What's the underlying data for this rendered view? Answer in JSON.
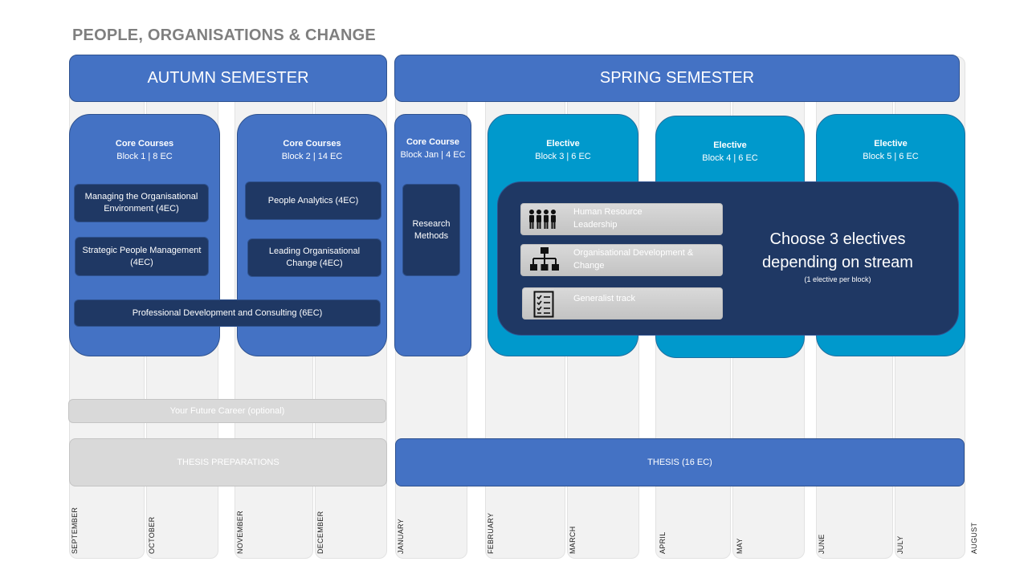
{
  "page_title": "PEOPLE, ORGANISATIONS & CHANGE",
  "semesters": {
    "autumn": "AUTUMN SEMESTER",
    "spring": "SPRING SEMESTER"
  },
  "months": [
    "SEPTEMBER",
    "OCTOBER",
    "NOVEMBER",
    "DECEMBER",
    "JANUARY",
    "FEBRUARY",
    "MARCH",
    "APRIL",
    "MAY",
    "JUNE",
    "JULY",
    "AUGUST"
  ],
  "blocks": {
    "b1": {
      "title": "Core Courses",
      "sub": "Block 1 | 8 EC",
      "courses": [
        "Managing the Organisational Environment (4EC)",
        "Strategic People Management (4EC)"
      ]
    },
    "b2": {
      "title": "Core Courses",
      "sub": "Block 2 | 14 EC",
      "courses": [
        "People Analytics (4EC)",
        "Leading Organisational Change (4EC)"
      ]
    },
    "shared_course": "Professional Development and Consulting (6EC)",
    "jan": {
      "title": "Core Course",
      "sub": "Block Jan | 4 EC",
      "course": "Research Methods"
    },
    "b3": {
      "title": "Elective",
      "sub": "Block 3 | 6 EC"
    },
    "b4": {
      "title": "Elective",
      "sub": "Block 4 | 6 EC"
    },
    "b5": {
      "title": "Elective",
      "sub": "Block 5 | 6 EC"
    }
  },
  "electives": {
    "tracks": [
      {
        "label": "Human Resource Leadership",
        "icon": "people-group-icon"
      },
      {
        "label": "Organisational Development & Change",
        "icon": "org-chart-icon"
      },
      {
        "label": "Generalist track",
        "icon": "checklist-icon"
      }
    ],
    "choose": "Choose 3 electives depending on stream",
    "note": "(1 elective per block)"
  },
  "career": "Your Future Career (optional)",
  "thesis_prep": "THESIS PREPARATIONS",
  "thesis": "THESIS (16 EC)",
  "colors": {
    "blue": "#4472c4",
    "navy": "#1f3864",
    "cyan": "#0099cc",
    "gray": "#f2f2f2"
  }
}
